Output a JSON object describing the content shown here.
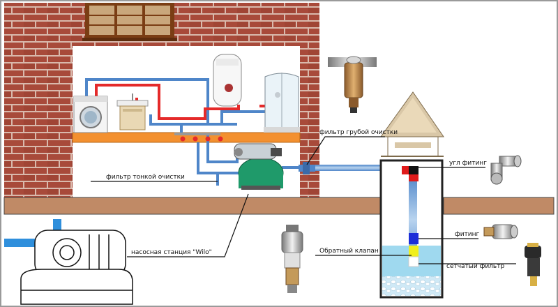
{
  "labels": {
    "coarse_filter": "фильтр грубой очистки",
    "fine_filter": "фильтр тонкой очистки",
    "angle_fitting": "угл фитинг",
    "pump_station": "насосная станция \"Wilo\"",
    "fitting": "фитинг",
    "check_valve": "Обратный клапан",
    "mesh_filter": "сетчатый фильтр"
  },
  "colors": {
    "brick": "#a84a3a",
    "mortar": "#d9b9ac",
    "soil": "#c08a66",
    "shelf": "#f3902f",
    "cold_pipe": "#4f86c9",
    "hot_pipe": "#e52a2a",
    "pump_green": "#1f9a6a",
    "water": "#9fd9ef",
    "fitting_red": "#e01b1b",
    "fitting_black": "#111111",
    "fitting_blue": "#1c2fd8",
    "fitting_yellow": "#f0ef1c"
  },
  "icons": [
    "window-icon",
    "washing-machine-icon",
    "sink-icon",
    "water-heater-icon",
    "shower-cabin-icon",
    "coarse-filter-icon",
    "house-icon",
    "pump-station-icon",
    "angle-fitting-icon",
    "straight-fitting-icon",
    "mesh-filter-icon",
    "check-valve-icon",
    "large-pump-icon"
  ]
}
